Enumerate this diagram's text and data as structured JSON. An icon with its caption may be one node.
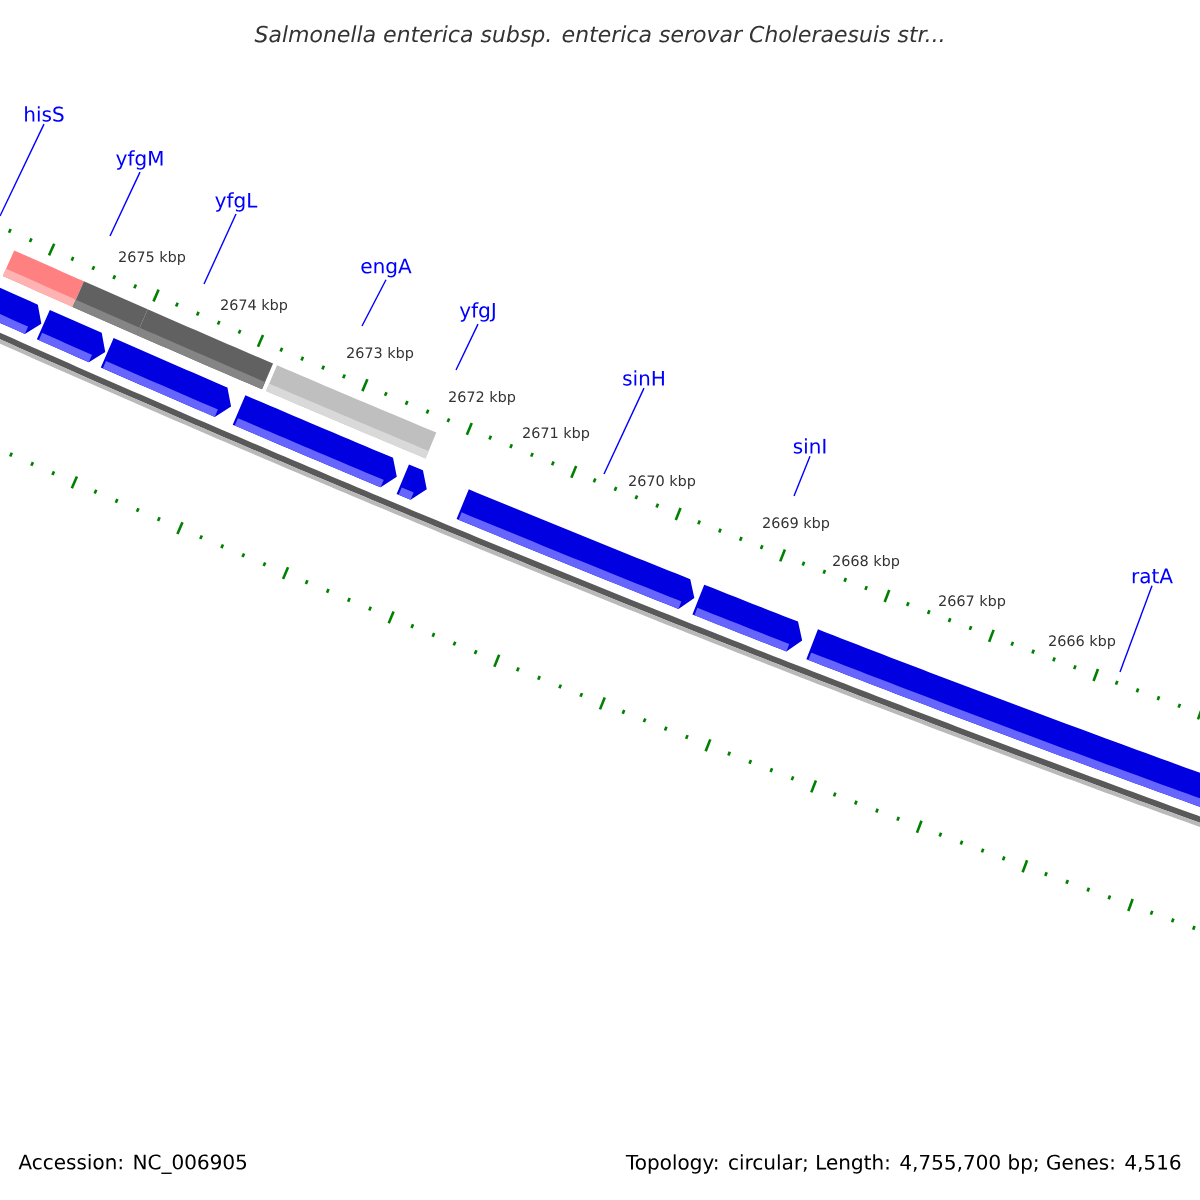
{
  "diagram": {
    "title": "Salmonella enterica subsp. enterica serovar Choleraesuis str...",
    "nodes": [
      {
        "text": [
          "hisS"
        ]
      },
      {
        "text": [
          "yfgM"
        ]
      },
      {
        "text": [
          "yfgL"
        ]
      },
      {
        "text": [
          "engA"
        ]
      },
      {
        "text": [
          "yfgJ"
        ]
      },
      {
        "text": [
          "sinH"
        ]
      },
      {
        "text": [
          "sinI"
        ]
      },
      {
        "text": [
          "ratA"
        ]
      }
    ],
    "edges": [
      {
        "from": 0,
        "to": null,
        "arrow": "none"
      },
      {
        "from": 1,
        "to": null,
        "arrow": "none"
      },
      {
        "from": 2,
        "to": null,
        "arrow": "none"
      },
      {
        "from": 3,
        "to": null,
        "arrow": "none"
      },
      {
        "from": 4,
        "to": null,
        "arrow": "none"
      },
      {
        "from": 5,
        "to": null,
        "arrow": "none"
      },
      {
        "from": 6,
        "to": null,
        "arrow": "none"
      },
      {
        "from": 7,
        "to": null,
        "arrow": "none"
      }
    ],
    "labels": [
      "2675 kbp",
      "2674 kbp",
      "2673 kbp",
      "2672 kbp",
      "2671 kbp",
      "2670 kbp",
      "2669 kbp",
      "2668 kbp",
      "2667 kbp",
      "2666 kbp",
      "Accession: NC_006905",
      "Topology: circular; Length: 4,755,700 bp; Genes: 4,516"
    ]
  }
}
